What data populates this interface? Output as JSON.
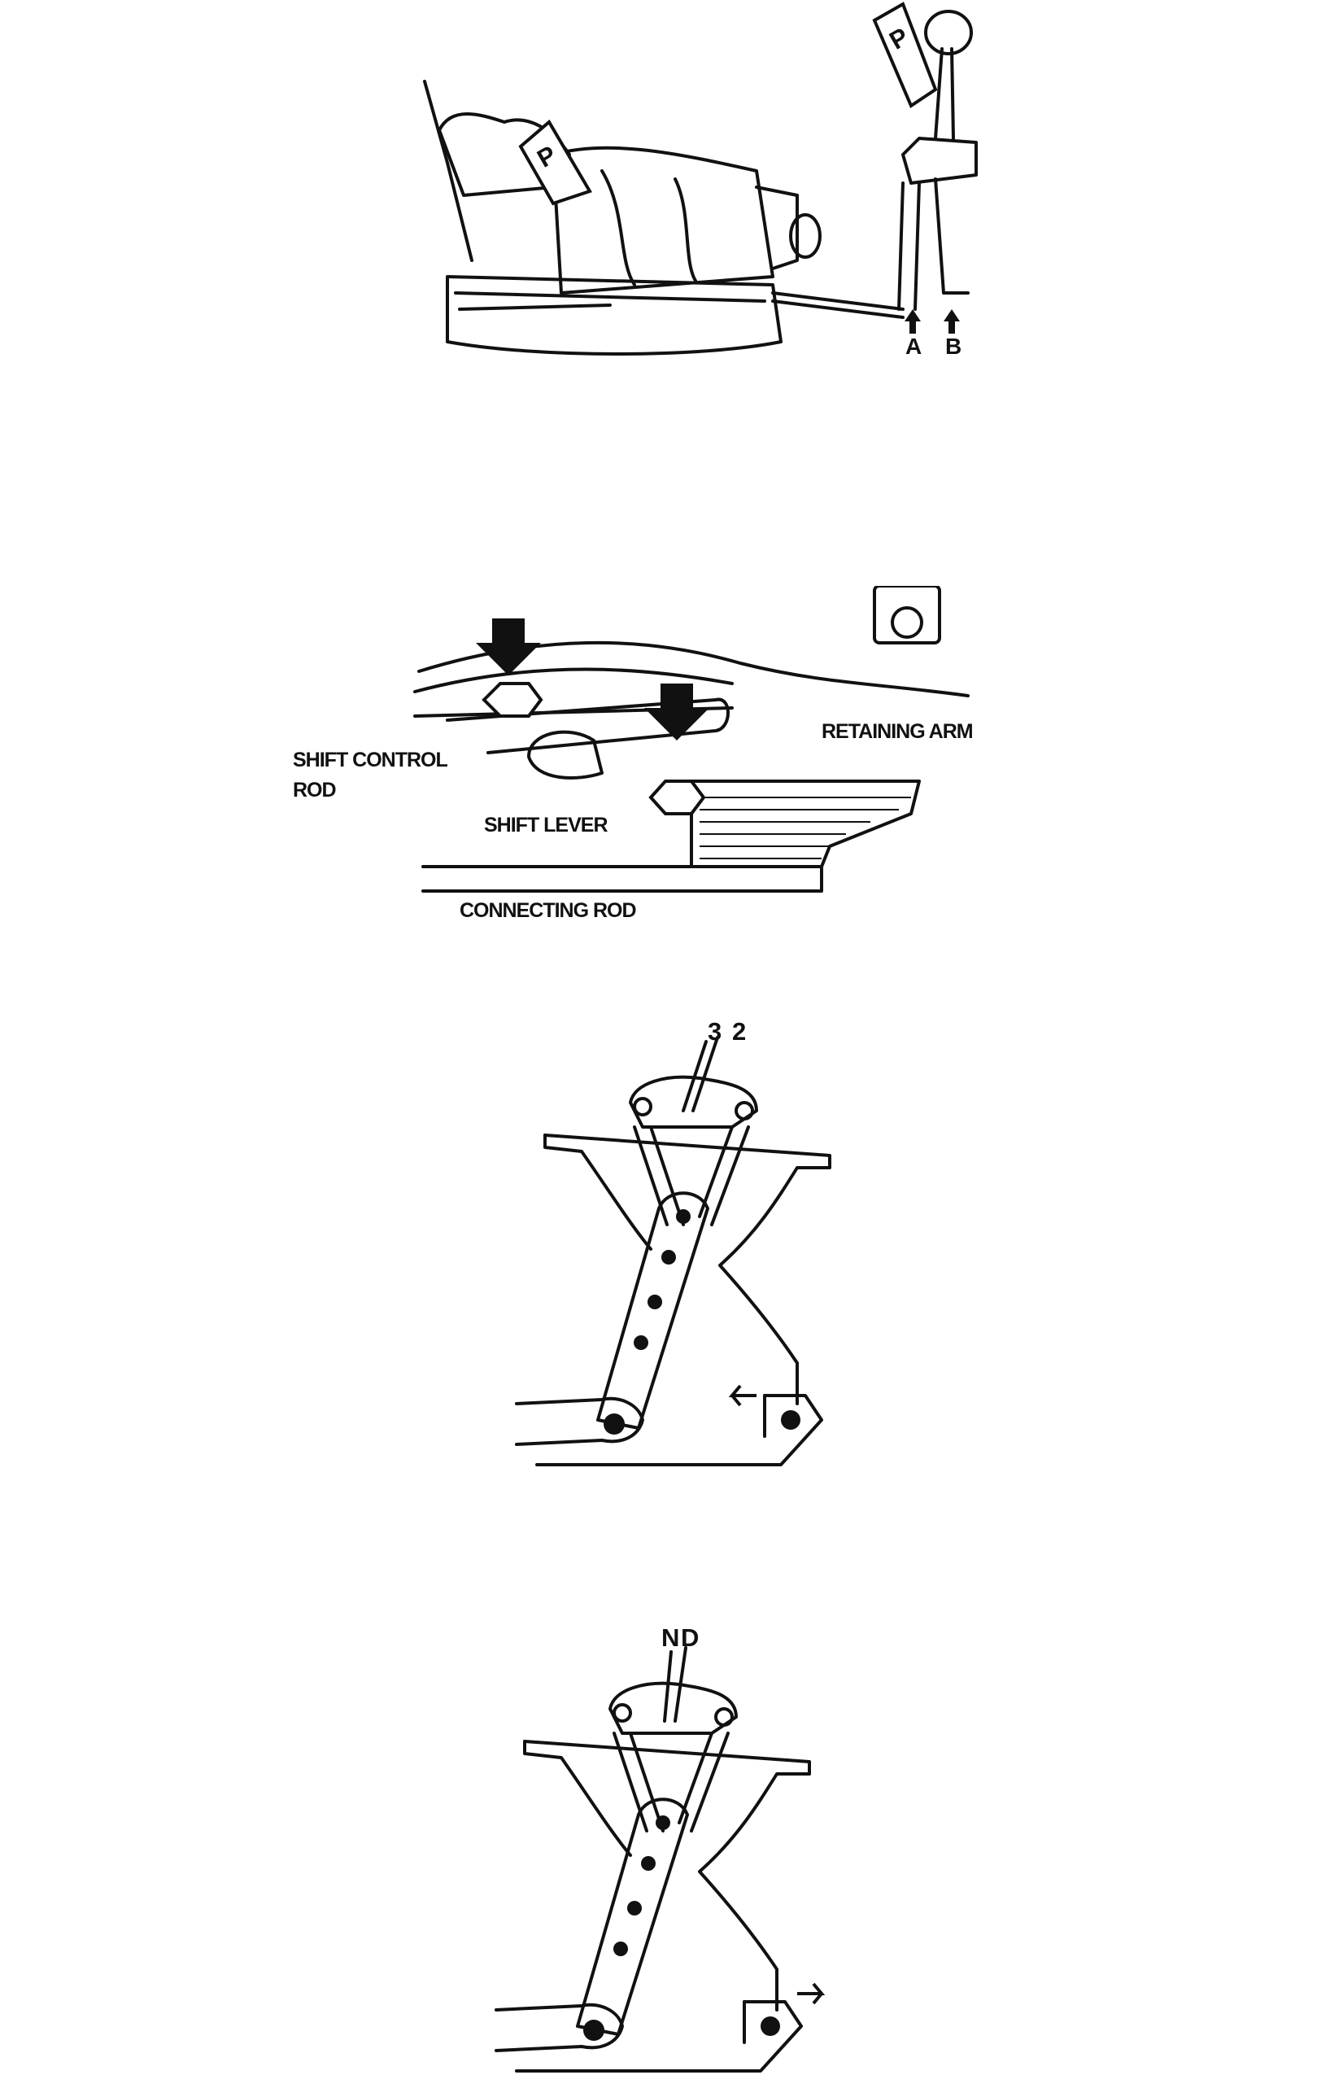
{
  "figures": {
    "transmission": {
      "left_tag": "P",
      "right_tag": "P",
      "arrow_a": "A",
      "arrow_b": "B"
    },
    "linkage": {
      "shift_control_rod": "SHIFT CONTROL",
      "shift_control_rod_2": "ROD",
      "shift_lever": "SHIFT LEVER",
      "retaining_arm": "RETAINING ARM",
      "connecting_rod": "CONNECTING ROD"
    },
    "detent_32": {
      "mark_3": "3",
      "mark_2": "2"
    },
    "detent_nd": {
      "mark_n": "N",
      "mark_d": "D"
    }
  },
  "colors": {
    "ink": "#111111",
    "paper": "#ffffff"
  }
}
